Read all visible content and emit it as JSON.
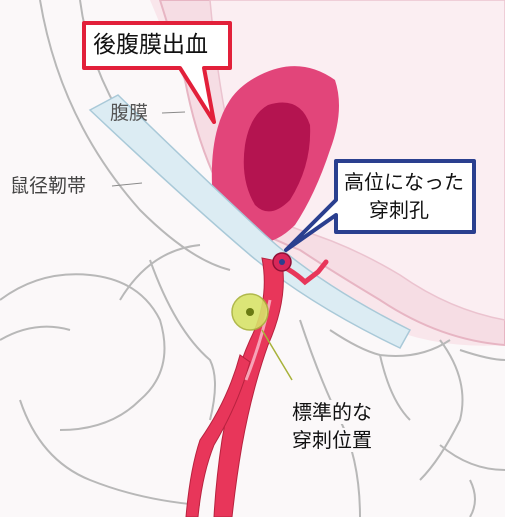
{
  "labels": {
    "retroperitoneal_hemorrhage": "後腹膜出血",
    "peritoneum": "腹膜",
    "inguinal_ligament": "鼠径靭帯",
    "high_puncture_line1": "高位になった",
    "high_puncture_line2": "穿刺孔",
    "standard_line1": "標準的な",
    "standard_line2": "穿刺位置"
  },
  "colors": {
    "callout_red": "#e2203a",
    "callout_blue": "#2a3f8f",
    "artery": "#e8365a",
    "hemorrhage": "#c81e5a",
    "peritoneum": "#f6dde4",
    "ligament": "#dcecf3",
    "bone_outline": "#b8b8b8",
    "puncture_marker": "#d8e36a"
  }
}
